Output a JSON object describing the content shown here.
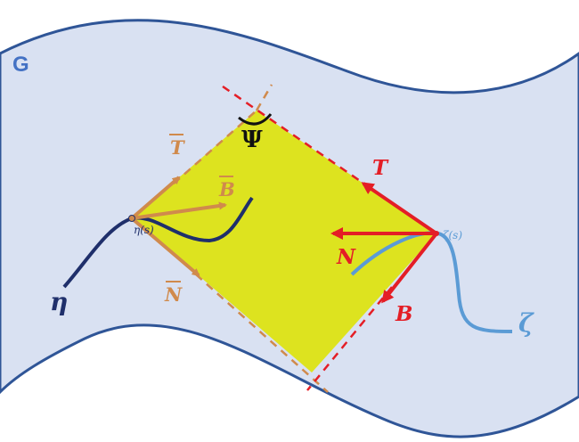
{
  "surface": {
    "label": "G",
    "fill": "#d9e1f2",
    "stroke": "#2f5597"
  },
  "plane": {
    "fill": "#dde31f"
  },
  "curves": {
    "eta": {
      "label": "η",
      "point_label": "η(s)",
      "color": "#1f2f6b"
    },
    "zeta": {
      "label": "ζ",
      "point_label": "ζ(s)",
      "color": "#5b9bd5"
    }
  },
  "frame_eta": {
    "color": "#d08a4c",
    "T": "T",
    "B": "B",
    "N": "N"
  },
  "frame_zeta": {
    "color": "#e41e26",
    "T": "T",
    "N": "N",
    "B": "B"
  },
  "angle": {
    "label": "Ψ"
  }
}
